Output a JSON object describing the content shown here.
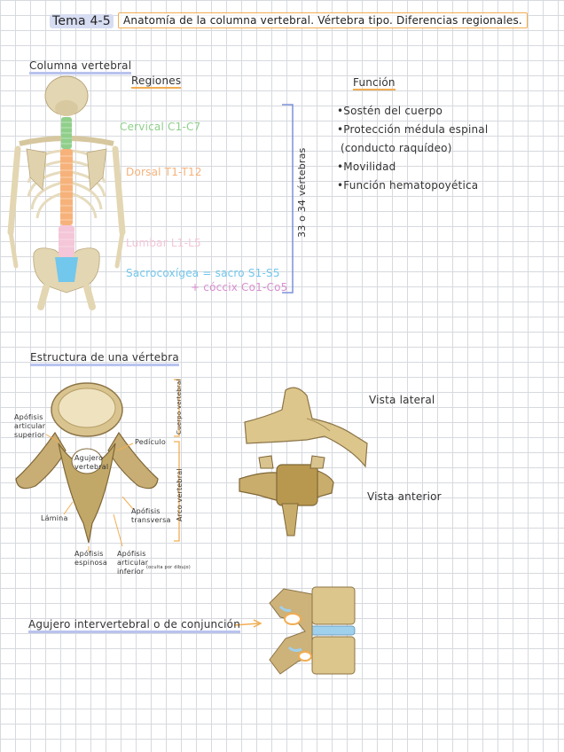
{
  "header": {
    "topic": "Tema 4-5",
    "subtitle": "Anatomía de la columna vertebral. Vértebra tipo. Diferencias regionales."
  },
  "section1": {
    "heading": "Columna vertebral",
    "regions_heading": "Regiones",
    "regions": [
      {
        "label": "Cervical C1-C7",
        "color": "#8fcf8a"
      },
      {
        "label": "Dorsal T1-T12",
        "color": "#f6b27a"
      },
      {
        "label": "Lumbar L1-L5",
        "color": "#f4c6d8"
      },
      {
        "label": "Sacrocoxígea = sacro S1-S5",
        "color": "#72c7ec"
      },
      {
        "label": "+ cóccix Co1-Co5",
        "color": "#d98fd0"
      }
    ],
    "count_label": "33 o 34 vértebras",
    "function_heading": "Función",
    "functions": [
      "•Sostén del cuerpo",
      "•Protección médula espinal",
      "(conducto raquídeo)",
      "•Movilidad",
      "•Función hematopoyética"
    ]
  },
  "section2": {
    "heading": "Estructura de una vértebra",
    "labels": {
      "apofisis_articular_superior": "Apófisis articular superior",
      "pediculo": "Pedículo",
      "agujero_vertebral": "Agujero vertebral",
      "lamina": "Lámina",
      "apofisis_transversa": "Apófisis transversa",
      "apofisis_espinosa": "Apófisis espinosa",
      "apofisis_articular_inferior": "Apófisis articular inferior",
      "note": "(oculta por dibujo)",
      "cuerpo_vertebral": "Cuerpo vertebral",
      "arco_vertebral": "Arco vertebral"
    },
    "views": {
      "lateral": "Vista lateral",
      "anterior": "Vista anterior"
    }
  },
  "section3": {
    "label": "Agujero intervertebral o de conjunción"
  },
  "colors": {
    "accent_orange": "#f2ad52",
    "accent_blue": "#b8c3ee",
    "bracket_blue": "#7d90d8",
    "bone": "#e8dcb8"
  }
}
